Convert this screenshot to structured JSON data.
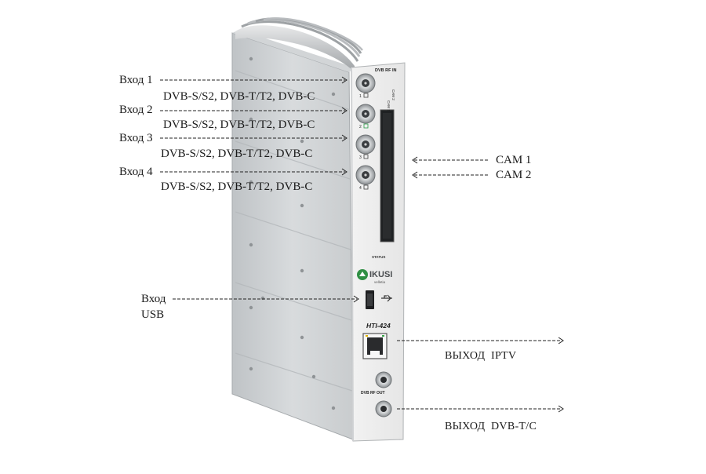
{
  "device": {
    "brand": "IKUSI",
    "brand_sub": "velletia",
    "model": "HTI-424",
    "rf_in_label": "DVB RF IN",
    "rf_out_label": "DVB RF OUT",
    "status_label": "STATUS",
    "cam1_slot_label": "CAM 1",
    "cam2_slot_label": "CAM 2",
    "port_numbers": [
      "1",
      "2",
      "3",
      "4"
    ]
  },
  "inputs": [
    {
      "label": "Вход 1",
      "standards": "DVB-S/S2, DVB-T/T2, DVB-C"
    },
    {
      "label": "Вход 2",
      "standards": "DVB-S/S2, DVB-T/T2, DVB-C"
    },
    {
      "label": "Вход 3",
      "standards": "DVB-S/S2, DVB-T/T2, DVB-C"
    },
    {
      "label": "Вход 4",
      "standards": "DVB-S/S2, DVB-T/T2, DVB-C"
    }
  ],
  "cam": [
    {
      "label": "CAM 1"
    },
    {
      "label": "CAM 2"
    }
  ],
  "usb": {
    "line1": "Вход",
    "line2": "USB"
  },
  "outputs": {
    "iptv": "ВЫХОД  IPTV",
    "dvb": "ВЫХОД  DVB-T/C"
  }
}
